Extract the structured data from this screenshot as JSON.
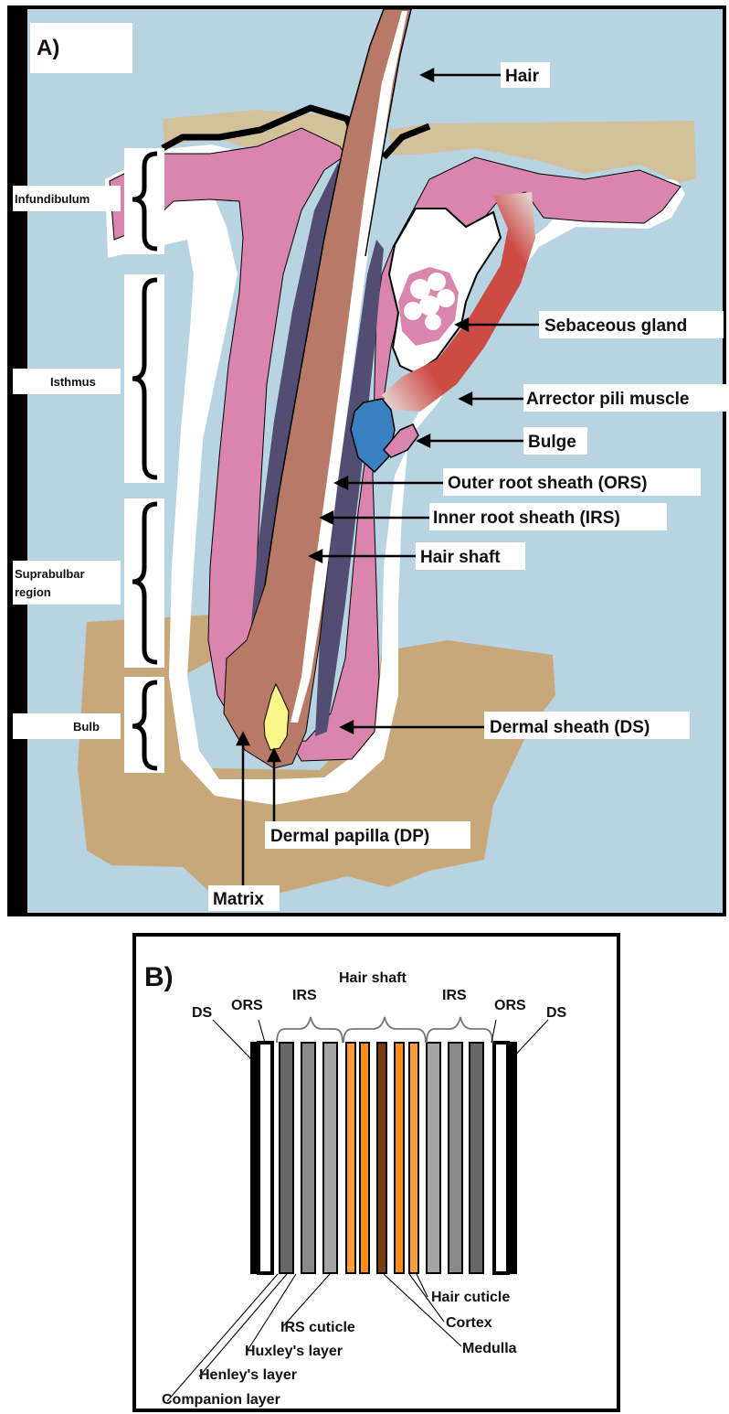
{
  "panel_a": {
    "panel_label": "A)",
    "labels": {
      "hair": "Hair",
      "sebaceous_gland": "Sebaceous gland",
      "arrector_pili": "Arrector pili muscle",
      "bulge": "Bulge",
      "ors": "Outer root sheath (ORS)",
      "irs": "Inner root sheath (IRS)",
      "hair_shaft": "Hair shaft",
      "dermal_sheath": "Dermal sheath (DS)",
      "dermal_papilla": "Dermal papilla (DP)",
      "matrix": "Matrix"
    },
    "regions": {
      "infundibulum": "Infundibulum",
      "isthmus": "Isthmus",
      "suprabulbar_1": "Suprabulbar",
      "suprabulbar_2": "region",
      "bulb": "Bulb"
    },
    "colors": {
      "background": "#b8d4e3",
      "epidermis": "#d2c19a",
      "dermis": "#c8a87a",
      "follicle_pink": "#d985ad",
      "hair_brown": "#b77a66",
      "sheath_purple": "#534d74",
      "muscle_red": "#cc4b43",
      "bulge_blue": "#3a7fbf",
      "papilla_yellow": "#fbf588"
    }
  },
  "panel_b": {
    "panel_label": "B)",
    "top_labels": {
      "ds_left": "DS",
      "ors_left": "ORS",
      "irs_left": "IRS",
      "hair_shaft": "Hair shaft",
      "irs_right": "IRS",
      "ors_right": "ORS",
      "ds_right": "DS"
    },
    "bottom_labels": {
      "hair_cuticle": "Hair cuticle",
      "cortex": "Cortex",
      "medulla": "Medulla",
      "irs_cuticle": "IRS cuticle",
      "huxleys_layer": "Huxley's layer",
      "henleys_layer": "Henley's layer",
      "companion_layer": "Companion layer"
    },
    "layer_colors": [
      "#000000",
      "#ffffff",
      "#686868",
      "#8a8a8a",
      "#a5a5a5",
      "#ff9d3c",
      "#ff8c1a",
      "#7a3b10",
      "#ff8c1a",
      "#ff9d3c",
      "#a5a5a5",
      "#8a8a8a",
      "#686868",
      "#ffffff",
      "#000000"
    ]
  }
}
